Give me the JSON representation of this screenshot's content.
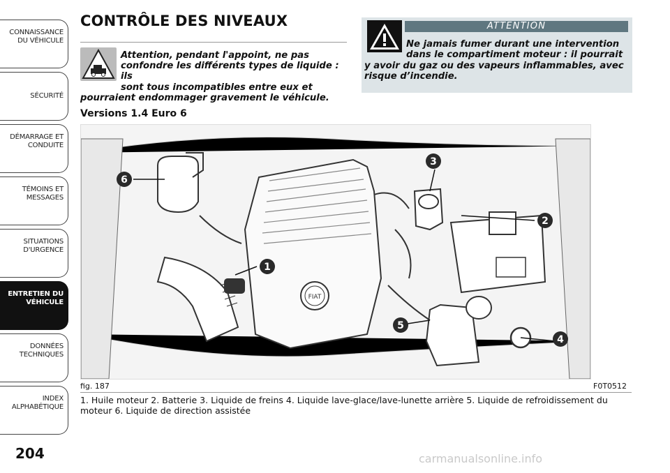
{
  "tabs": [
    {
      "line1": "CONNAISSANCE",
      "line2": "DU VÉHICULE"
    },
    {
      "line1": "SÉCURITÉ",
      "line2": ""
    },
    {
      "line1": "DÉMARRAGE ET",
      "line2": "CONDUITE"
    },
    {
      "line1": "TÉMOINS ET",
      "line2": "MESSAGES"
    },
    {
      "line1": "SITUATIONS",
      "line2": "D'URGENCE"
    },
    {
      "line1": "ENTRETIEN DU",
      "line2": "VÉHICULE"
    },
    {
      "line1": "DONNÉES",
      "line2": "TECHNIQUES"
    },
    {
      "line1": "INDEX",
      "line2": "ALPHABÉTIQUE"
    }
  ],
  "page_number": "204",
  "title": "CONTRÔLE DES NIVEAUX",
  "note": {
    "line1": "Attention, pendant l'appoint, ne pas",
    "line2": "confondre les différents types de liquide : ils",
    "line3": "sont tous incompatibles entre eux et",
    "line4": "pourraient endommager gravement le véhicule."
  },
  "attention": {
    "header": "ATTENTION",
    "line1": "Ne jamais fumer durant une intervention",
    "line2": "dans le compartiment moteur : il pourrait",
    "line3": "y avoir du gaz ou des vapeurs inflammables, avec",
    "line4": "risque d’incendie."
  },
  "subtitle": "Versions 1.4 Euro 6",
  "figure": {
    "label": "fig. 187",
    "code": "F0T0512",
    "callouts": [
      "1",
      "2",
      "3",
      "4",
      "5",
      "6"
    ],
    "logo_text": "FIAT"
  },
  "caption": "1. Huile moteur 2. Batterie 3. Liquide de freins 4. Liquide lave-glace/lave-lunette arrière 5. Liquide de refroidissement du moteur 6. Liquide de direction assistée",
  "watermark": "carmanualsonline.info"
}
